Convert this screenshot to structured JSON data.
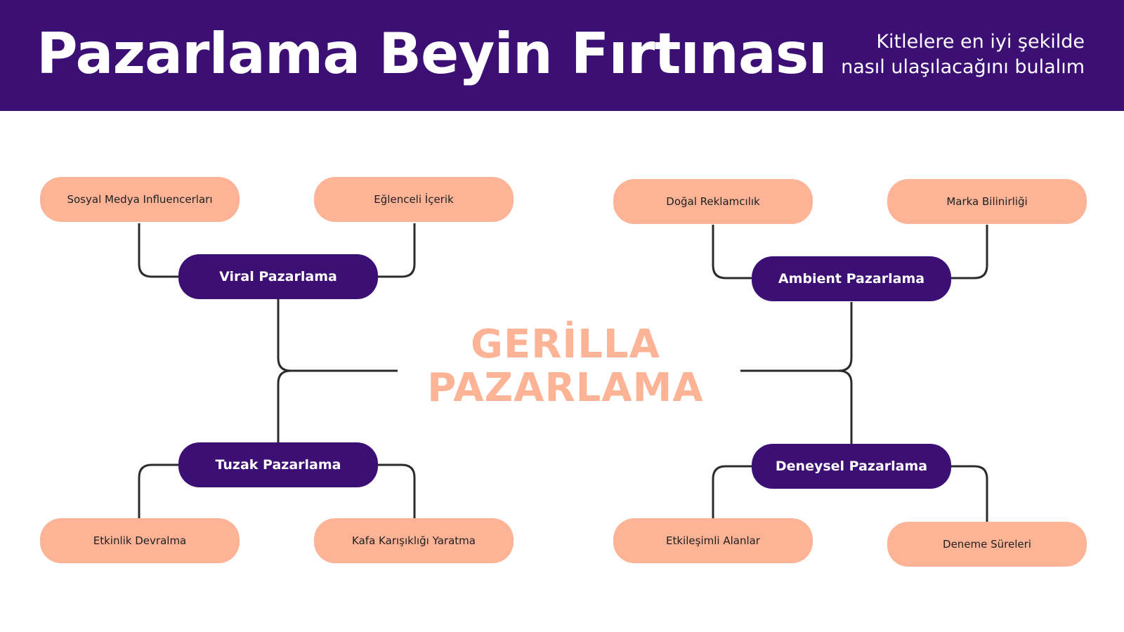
{
  "header": {
    "title": "Pazarlama Beyin Fırtınası",
    "subtitle_line1": "Kitlelere en iyi şekilde",
    "subtitle_line2": "nasıl ulaşılacağını bulalım"
  },
  "center": {
    "line1": "GERİLLA",
    "line2": "PAZARLAMA"
  },
  "branches": {
    "viral": {
      "label": "Viral Pazarlama",
      "leaves": [
        "Sosyal Medya Influencerları",
        "Eğlenceli İçerik"
      ]
    },
    "ambient": {
      "label": "Ambient Pazarlama",
      "leaves": [
        "Doğal Reklamcılık",
        "Marka Bilinirliği"
      ]
    },
    "tuzak": {
      "label": "Tuzak Pazarlama",
      "leaves": [
        "Etkinlik Devralma",
        "Kafa Karışıklığı Yaratma"
      ]
    },
    "deneysel": {
      "label": "Deneysel Pazarlama",
      "leaves": [
        "Etkileşimli Alanlar",
        "Deneme Süreleri"
      ]
    }
  },
  "colors": {
    "primary": "#3c0f75",
    "accent": "#fcb396",
    "line": "#2b2b2b"
  }
}
